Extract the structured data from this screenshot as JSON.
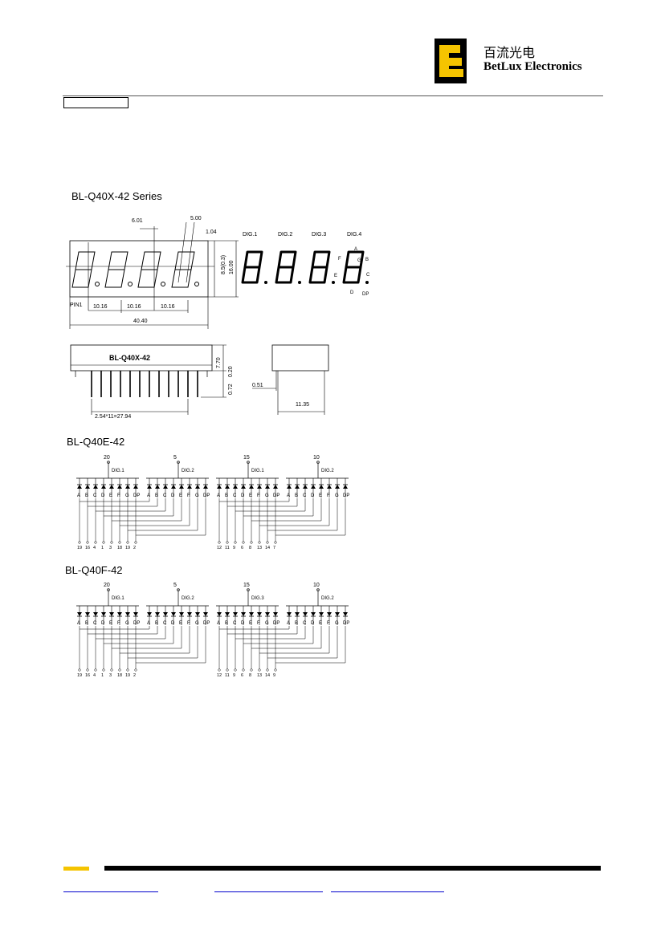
{
  "header": {
    "brand_cn": "百流光电",
    "brand_en": "BetLux Electronics",
    "logo_colors": {
      "black": "#000000",
      "yellow": "#f5c400"
    }
  },
  "sections": {
    "series_title": "BL-Q40X-42 Series",
    "e_title": "BL-Q40E-42",
    "f_title": "BL-Q40F-42"
  },
  "dimensions": {
    "d1": "6.01",
    "d2": "5.00",
    "d3": "1.04",
    "d4": "16.00",
    "d5": "8.5(0.3)",
    "pin1": "PIN1",
    "pitch": [
      "10.16",
      "10.16",
      "10.16"
    ],
    "total": "40.40",
    "side_label": "BL-Q40X-42",
    "side_h1": "7.70",
    "side_h2": "0.72",
    "side_h3": "0.20",
    "pin_pitch": "2.54*11=27.94",
    "pin_dia": "0.51",
    "depth": "11.35"
  },
  "display_labels": {
    "digits": [
      "DIG.1",
      "DIG.2",
      "DIG.3",
      "DIG.4"
    ],
    "segments": [
      "A",
      "B",
      "C",
      "D",
      "E",
      "F",
      "G"
    ],
    "dp": "DP"
  },
  "schematic_e": {
    "commons": [
      "20",
      "5",
      "15",
      "10"
    ],
    "digit_labels": [
      "DIG.1",
      "DIG.2",
      "DIG.1",
      "DIG.2"
    ],
    "segment_labels": [
      "A",
      "B",
      "C",
      "D",
      "E",
      "F",
      "G",
      "DP"
    ],
    "pins_left": [
      "19",
      "16",
      "4",
      "1",
      "3",
      "18",
      "19",
      "2"
    ],
    "pins_right": [
      "12",
      "11",
      "9",
      "6",
      "8",
      "13",
      "14",
      "7"
    ]
  },
  "schematic_f": {
    "commons": [
      "20",
      "5",
      "15",
      "10"
    ],
    "digit_labels": [
      "DIG.1",
      "DIG.2",
      "DIG.3",
      "DIG.2"
    ],
    "segment_labels": [
      "A",
      "B",
      "C",
      "D",
      "E",
      "F",
      "G",
      "DP"
    ],
    "pins_left": [
      "19",
      "16",
      "4",
      "1",
      "3",
      "18",
      "19",
      "2"
    ],
    "pins_right": [
      "12",
      "11",
      "9",
      "6",
      "8",
      "13",
      "14",
      "9"
    ]
  }
}
